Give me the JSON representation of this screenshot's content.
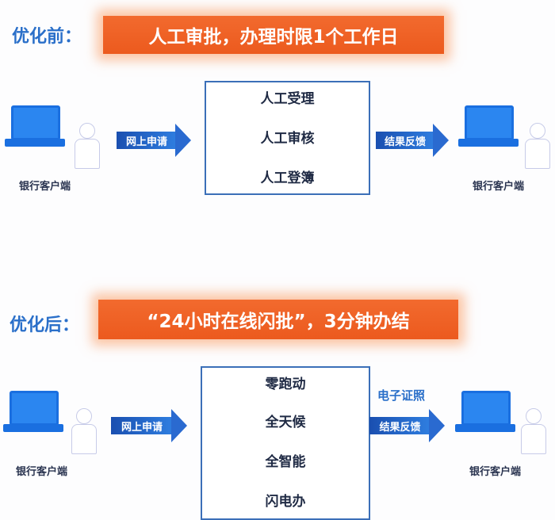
{
  "before": {
    "heading": "优化前：",
    "banner": "人工审批，办理时限1个工作日",
    "client_left": "银行客户端",
    "client_right": "银行客户端",
    "arrow_in": "网上申请",
    "arrow_out": "结果反馈",
    "steps": [
      "人工受理",
      "人工审核",
      "人工登簿"
    ]
  },
  "after": {
    "heading": "优化后：",
    "banner": "“24小时在线闪批”，3分钟办结",
    "client_left": "银行客户端",
    "client_right": "银行客户端",
    "arrow_in": "网上申请",
    "arrow_out": "结果反馈",
    "output_note": "电子证照",
    "steps": [
      "零跑动",
      "全天候",
      "全智能",
      "闪电办"
    ]
  }
}
